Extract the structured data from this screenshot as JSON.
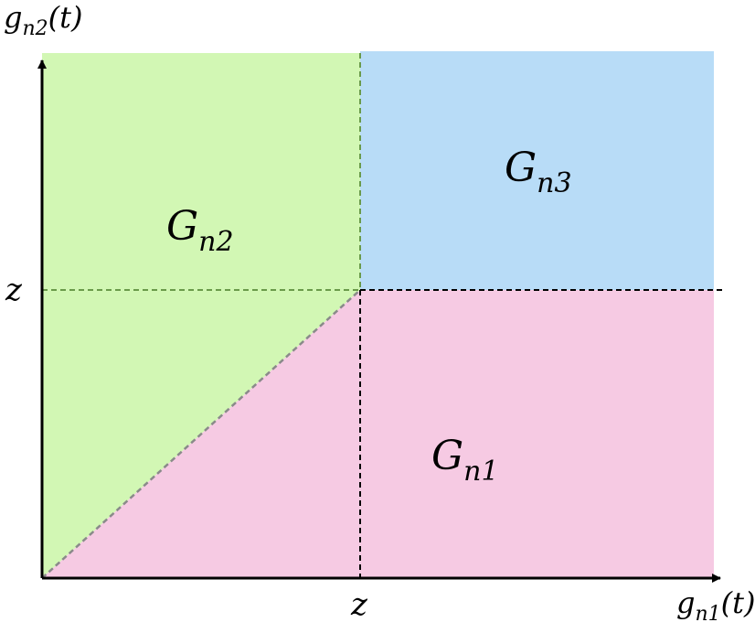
{
  "axes": {
    "y_label": {
      "base": "g",
      "sub": "n2",
      "arg": "(t)"
    },
    "x_label": {
      "base": "g",
      "sub": "n1",
      "arg": "(t)"
    },
    "y_threshold_label": "z",
    "x_threshold_label": "z"
  },
  "regions": [
    {
      "id": "Gn2",
      "base": "G",
      "sub": "n2",
      "color": "#d2f7b4"
    },
    {
      "id": "Gn3",
      "base": "G",
      "sub": "n3",
      "color": "#b8dcf7"
    },
    {
      "id": "Gn1",
      "base": "G",
      "sub": "n1",
      "color": "#f6cae3"
    }
  ],
  "colors": {
    "axis": "#000000",
    "dashed_green": "#6a9a4a",
    "dashed_black": "#000000",
    "diagonal": "#8a8a8a"
  }
}
